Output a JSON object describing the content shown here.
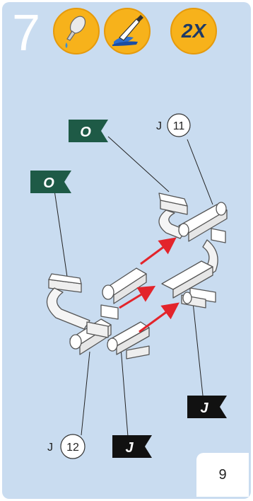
{
  "step": {
    "number": "7"
  },
  "badges": {
    "repeat_label": "2X"
  },
  "flags": {
    "top_label": "O",
    "left_label": "O",
    "bottom_right_label": "J",
    "bottom_left_label": "J"
  },
  "callouts": {
    "top_letter": "J",
    "top_number": "11",
    "bottom_letter": "J",
    "bottom_number": "12"
  },
  "page": {
    "number": "9"
  },
  "colors": {
    "panel": "#c9dcf0",
    "flag_green": "#1e5a46",
    "flag_black": "#111111",
    "arrow_red": "#e3242b",
    "badge_orange": "#f7b21b"
  }
}
